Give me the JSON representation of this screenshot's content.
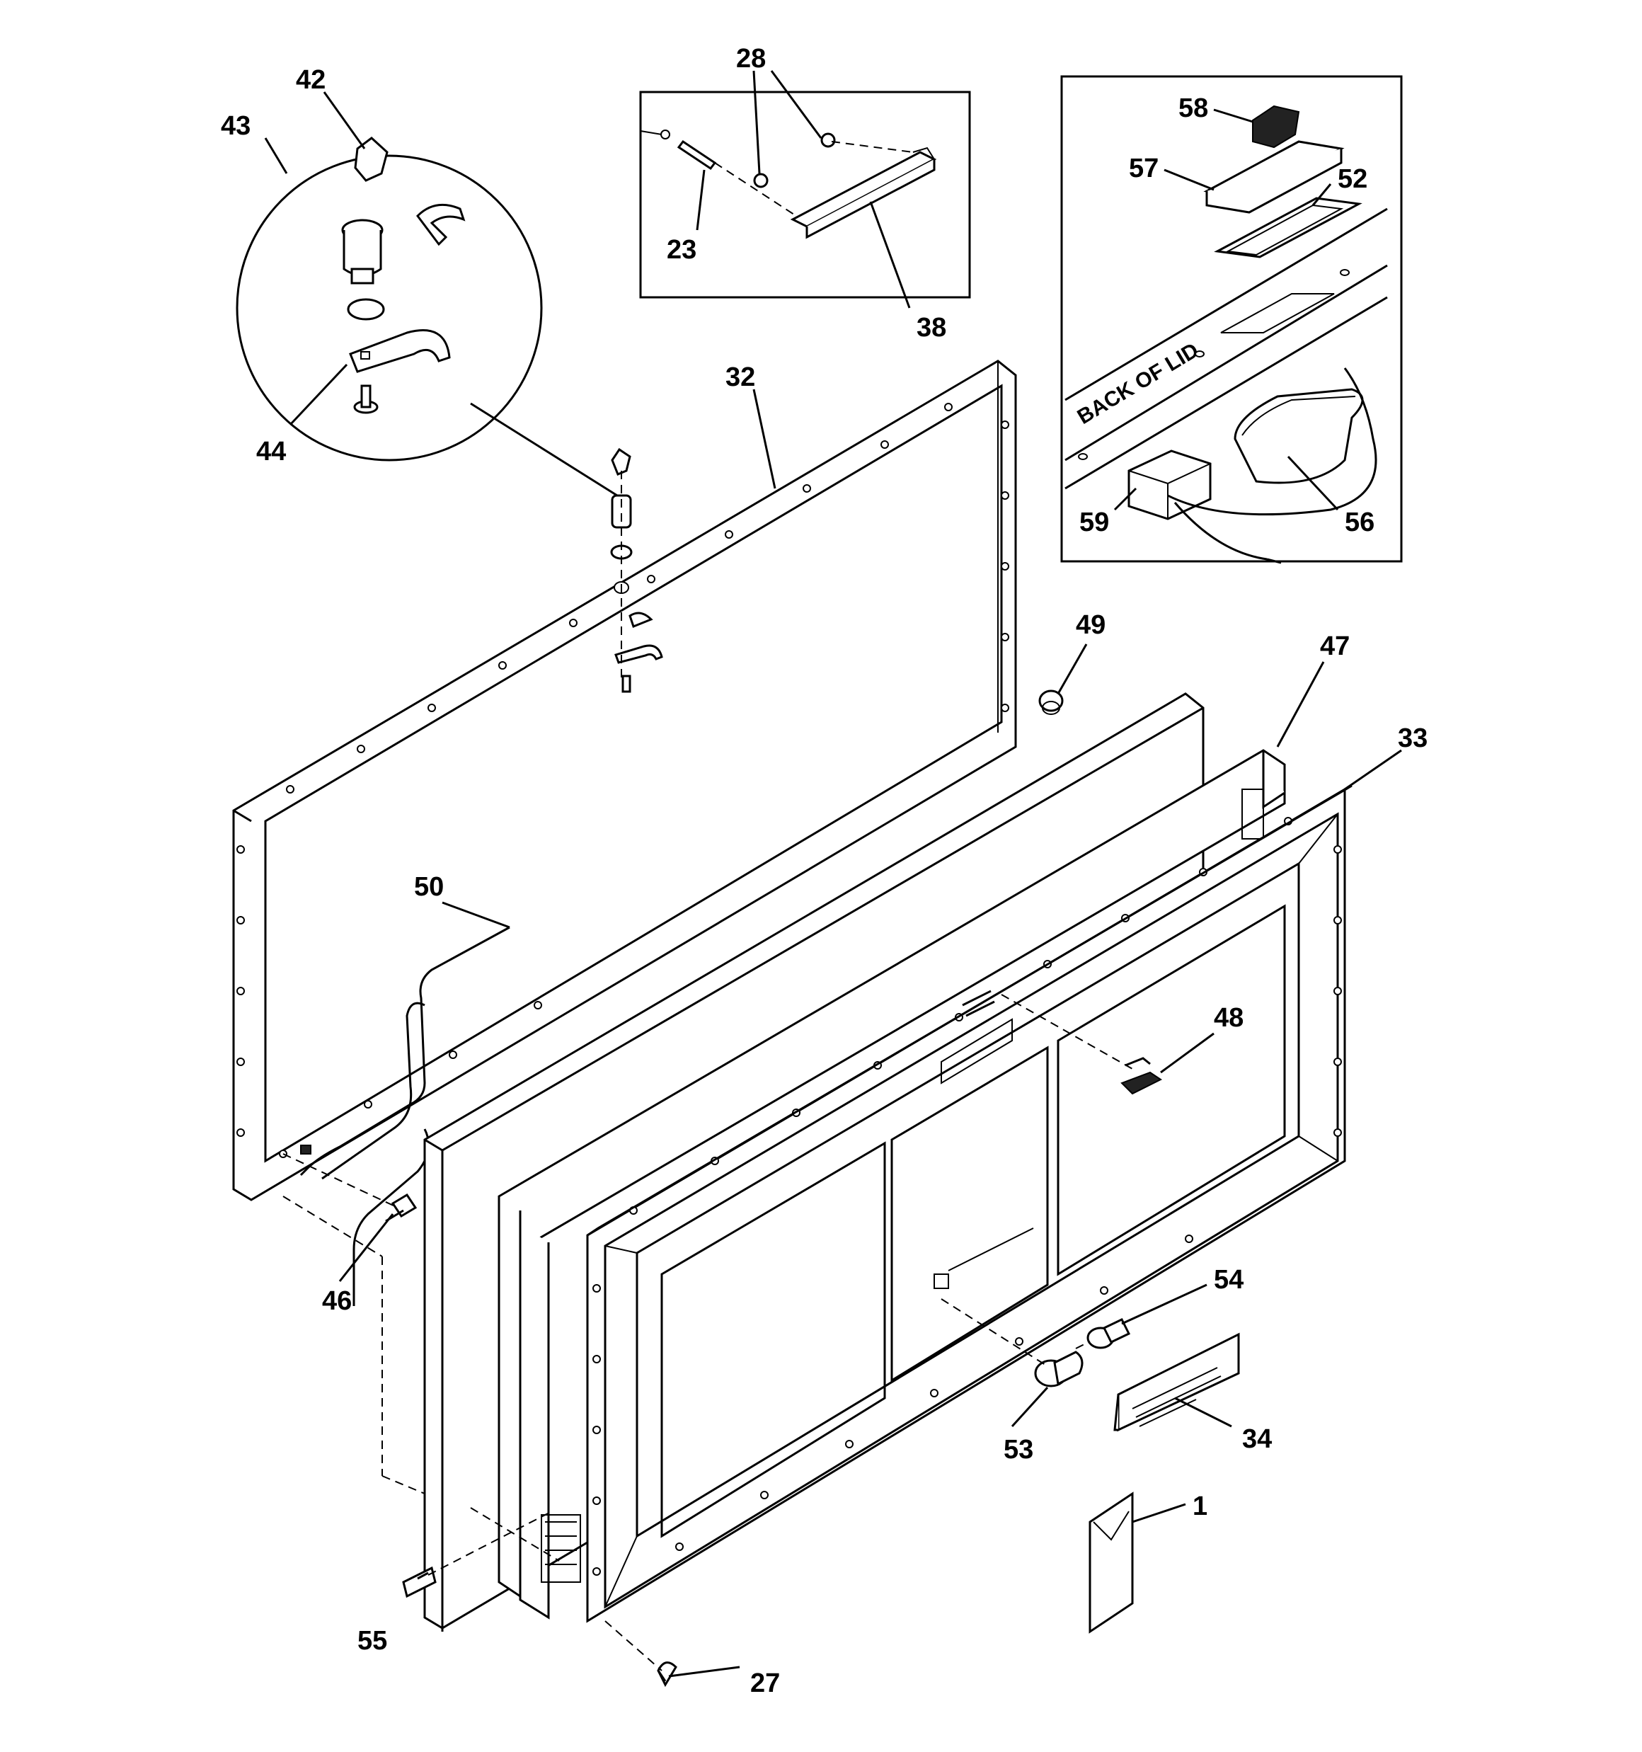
{
  "callouts": [
    {
      "id": "c42",
      "label": "42"
    },
    {
      "id": "c43",
      "label": "43"
    },
    {
      "id": "c44",
      "label": "44"
    },
    {
      "id": "c28",
      "label": "28"
    },
    {
      "id": "c23",
      "label": "23"
    },
    {
      "id": "c38",
      "label": "38"
    },
    {
      "id": "c58",
      "label": "58"
    },
    {
      "id": "c57",
      "label": "57"
    },
    {
      "id": "c52",
      "label": "52"
    },
    {
      "id": "c59",
      "label": "59"
    },
    {
      "id": "c56",
      "label": "56"
    },
    {
      "id": "c32",
      "label": "32"
    },
    {
      "id": "c49",
      "label": "49"
    },
    {
      "id": "c47",
      "label": "47"
    },
    {
      "id": "c33",
      "label": "33"
    },
    {
      "id": "c50",
      "label": "50"
    },
    {
      "id": "c48",
      "label": "48"
    },
    {
      "id": "c46",
      "label": "46"
    },
    {
      "id": "c54",
      "label": "54"
    },
    {
      "id": "c53",
      "label": "53"
    },
    {
      "id": "c34",
      "label": "34"
    },
    {
      "id": "c1",
      "label": "1"
    },
    {
      "id": "c55",
      "label": "55"
    },
    {
      "id": "c27",
      "label": "27"
    }
  ],
  "inset_lid": {
    "text": "BACK OF LID"
  }
}
